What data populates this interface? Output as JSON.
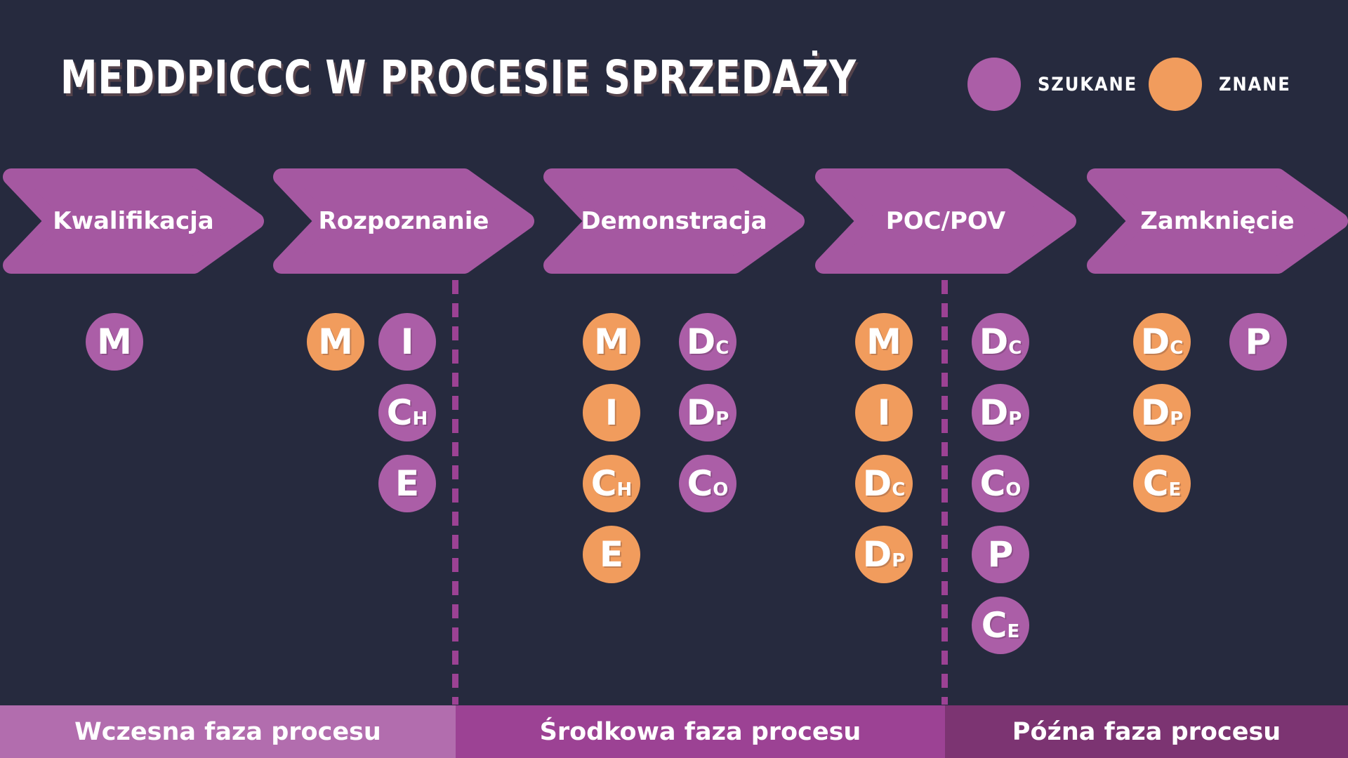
{
  "title": "MEDDPICCC W PROCESIE SPRZEDAŻY",
  "legend": [
    {
      "key": "szukane",
      "label": "SZUKANE",
      "color": "#ab5ea7"
    },
    {
      "key": "znane",
      "label": "ZNANE",
      "color": "#f19c5d"
    }
  ],
  "stages": [
    {
      "label": "Kwalifikacja",
      "columns": [
        {
          "type": "szukane",
          "items": [
            {
              "main": "M",
              "sub": ""
            }
          ]
        }
      ]
    },
    {
      "label": "Rozpoznanie",
      "columns": [
        {
          "type": "znane",
          "items": [
            {
              "main": "M",
              "sub": ""
            }
          ]
        },
        {
          "type": "szukane",
          "items": [
            {
              "main": "I",
              "sub": ""
            },
            {
              "main": "C",
              "sub": "H"
            },
            {
              "main": "E",
              "sub": ""
            }
          ]
        }
      ]
    },
    {
      "label": "Demonstracja",
      "columns": [
        {
          "type": "znane",
          "items": [
            {
              "main": "M",
              "sub": ""
            },
            {
              "main": "I",
              "sub": ""
            },
            {
              "main": "C",
              "sub": "H"
            },
            {
              "main": "E",
              "sub": ""
            }
          ]
        },
        {
          "type": "szukane",
          "items": [
            {
              "main": "D",
              "sub": "C"
            },
            {
              "main": "D",
              "sub": "P"
            },
            {
              "main": "C",
              "sub": "O"
            }
          ]
        }
      ]
    },
    {
      "label": "POC/POV",
      "columns": [
        {
          "type": "znane",
          "items": [
            {
              "main": "M",
              "sub": ""
            },
            {
              "main": "I",
              "sub": ""
            },
            {
              "main": "D",
              "sub": "C"
            },
            {
              "main": "D",
              "sub": "P"
            }
          ]
        },
        {
          "type": "szukane",
          "items": [
            {
              "main": "D",
              "sub": "C"
            },
            {
              "main": "D",
              "sub": "P"
            },
            {
              "main": "C",
              "sub": "O"
            },
            {
              "main": "P",
              "sub": ""
            },
            {
              "main": "C",
              "sub": "E"
            }
          ]
        }
      ]
    },
    {
      "label": "Zamknięcie",
      "columns": [
        {
          "type": "znane",
          "items": [
            {
              "main": "D",
              "sub": "C"
            },
            {
              "main": "D",
              "sub": "P"
            },
            {
              "main": "C",
              "sub": "E"
            }
          ]
        },
        {
          "type": "szukane",
          "items": [
            {
              "main": "P",
              "sub": ""
            }
          ]
        }
      ]
    }
  ],
  "phases": [
    {
      "label": "Wczesna faza procesu",
      "color": "#b26dae"
    },
    {
      "label": "Środkowa faza procesu",
      "color": "#9c4294"
    },
    {
      "label": "Późna faza procesu",
      "color": "#7c3472"
    }
  ],
  "colors": {
    "background": "#262a3e",
    "arrow": "#a558a1",
    "szukane": "#ab5ea7",
    "znane": "#f19c5d",
    "dash": "#9c4294",
    "title_shadow": "#55434b",
    "text": "#ffffff"
  }
}
